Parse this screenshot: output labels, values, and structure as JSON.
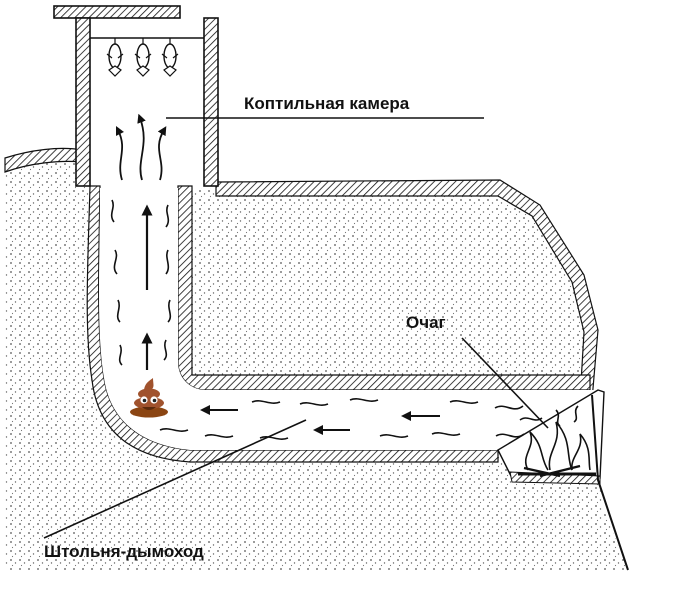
{
  "labels": {
    "chamber": "Коптильная камера",
    "hearth": "Очаг",
    "tunnel": "Штольня-дымоход"
  },
  "colors": {
    "ink": "#111111",
    "soil_dots": "#555555",
    "background": "#ffffff",
    "poop": "#a0522d"
  },
  "icons": {
    "fish": "fish-icon",
    "smoke_arrow": "arrow-up-icon",
    "draft_arrow": "arrow-left-icon",
    "fire": "fire-icon",
    "poop": "pile-of-poo-emoji"
  }
}
